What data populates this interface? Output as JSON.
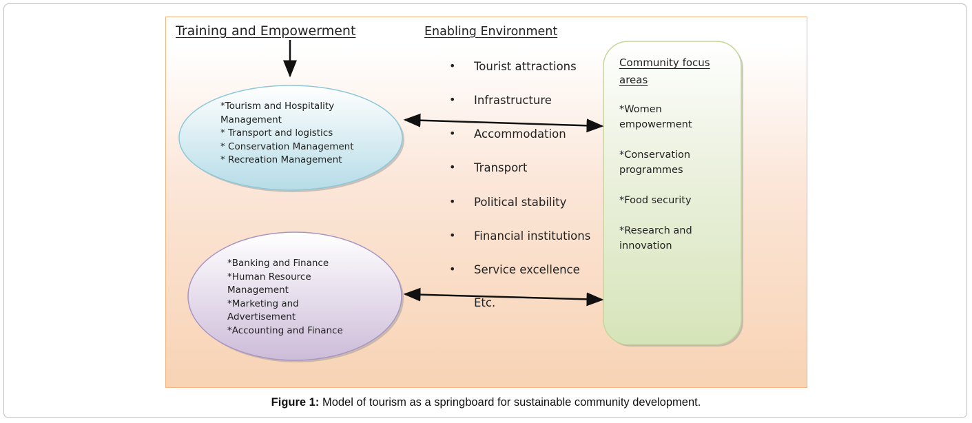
{
  "headings": {
    "training": "Training and Empowerment",
    "enabling": "Enabling Environment",
    "community_line1": "Community focus",
    "community_line2": "areas"
  },
  "training_ellipse": [
    "*Tourism and Hospitality",
    "Management",
    "* Transport and logistics",
    "* Conservation Management",
    "* Recreation Management"
  ],
  "business_ellipse": [
    "*Banking and Finance",
    "*Human Resource",
    "Management",
    "*Marketing and",
    "Advertisement",
    "*Accounting and Finance"
  ],
  "enabling_items": [
    "Tourist attractions",
    "Infrastructure",
    "Accommodation",
    "Transport",
    "Political stability",
    "Financial institutions",
    "Service excellence"
  ],
  "enabling_etc": "Etc.",
  "bullet_glyph": "•",
  "community_items": [
    "*Women empowerment",
    "*Conservation programmes",
    "*Food security",
    "*Research and innovation"
  ],
  "caption": {
    "label": "Figure 1:",
    "text": " Model of tourism as a springboard for sustainable community development."
  },
  "colors": {
    "ellipse_blue": "#b8dfe9",
    "ellipse_purple": "#d3c4de",
    "box_green": "#d9e6bd",
    "frame_orange": "#f5b37e"
  }
}
